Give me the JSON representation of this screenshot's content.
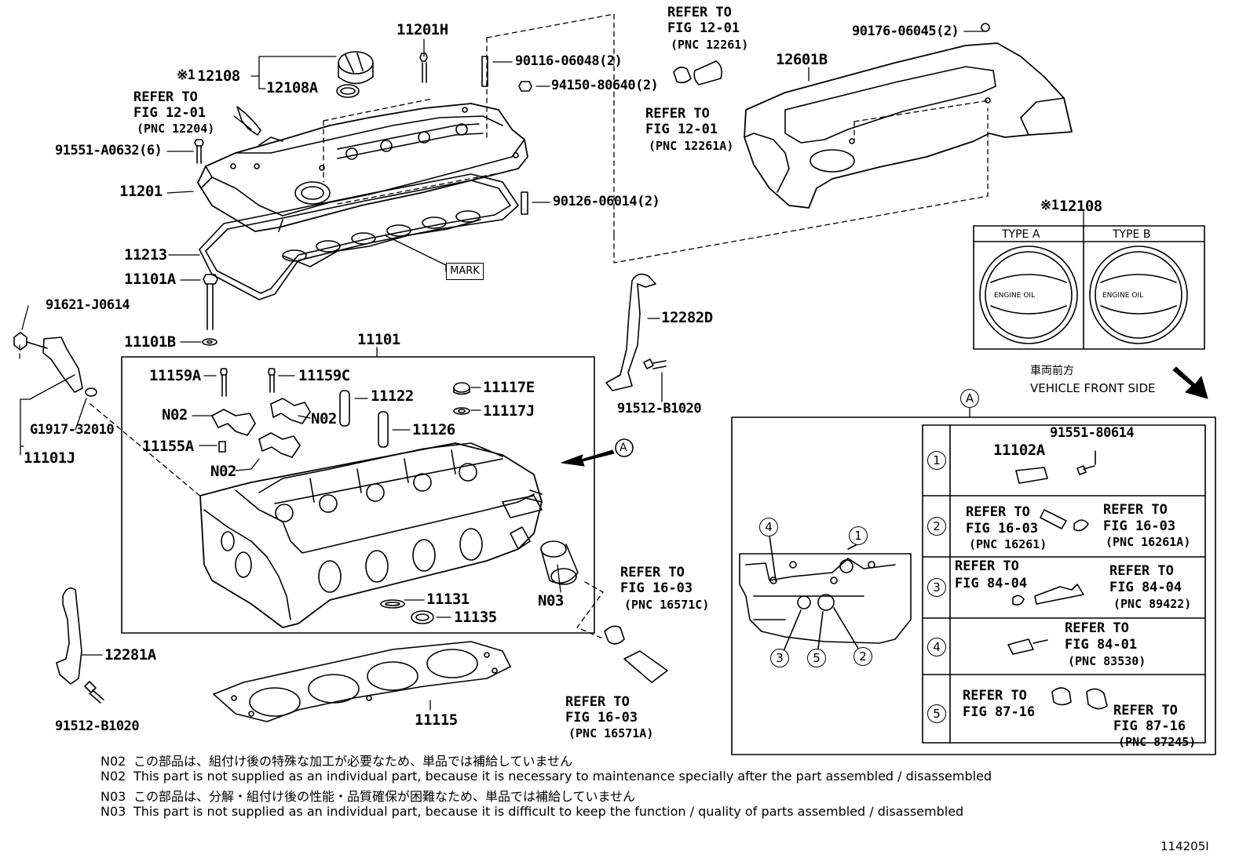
{
  "parts": {
    "p11201H": "11201H",
    "p12108_x": "※1",
    "p12108": "12108",
    "p12108A": "12108A",
    "p90116": "90116-06048(2)",
    "p94150": "94150-80640(2)",
    "p91551_6": "91551-A0632(6)",
    "p11201": "11201",
    "p90126": "90126-06014(2)",
    "p11213": "11213",
    "p11101A": "11101A",
    "p11101B": "11101B",
    "p91621": "91621-J0614",
    "pG1917": "G1917-32010",
    "p11101J": "11101J",
    "p11101": "11101",
    "p11159A": "11159A",
    "p11159C": "11159C",
    "p11122": "11122",
    "p11117E": "11117E",
    "p11117J": "11117J",
    "p11126": "11126",
    "p11155A": "11155A",
    "n02": "N02",
    "n03": "N03",
    "p11131": "11131",
    "p11135": "11135",
    "p11115": "11115",
    "p12281A": "12281A",
    "p91512": "91512-B1020",
    "p12282D": "12282D",
    "p90176": "90176-06045(2)",
    "p12601B": "12601B",
    "p11102A": "11102A",
    "p91551_80614": "91551-80614",
    "mark": "MARK",
    "drawing_id": "114205I"
  },
  "refs": {
    "refer_to": "REFER TO",
    "fig_12_01": "FIG 12-01",
    "pnc_12204": "(PNC 12204)",
    "pnc_12261": "(PNC 12261)",
    "pnc_12261A": "(PNC 12261A)",
    "fig_16_03": "FIG 16-03",
    "pnc_16571C": "(PNC 16571C)",
    "pnc_16571A": "(PNC 16571A)",
    "pnc_16261": "(PNC 16261)",
    "pnc_16261A": "(PNC 16261A)",
    "fig_84_04": "FIG 84-04",
    "pnc_89422": "(PNC 89422)",
    "fig_84_01": "FIG 84-01",
    "pnc_83530": "(PNC 83530)",
    "fig_87_16": "FIG 87-16",
    "pnc_87245": "(PNC 87245)"
  },
  "type_box": {
    "type_a": "TYPE A",
    "type_b": "TYPE B",
    "cap_text": "ENGINE OIL"
  },
  "front": {
    "jp": "車両前方",
    "en": "VEHICLE FRONT SIDE"
  },
  "detail": {
    "label": "A",
    "rows": [
      "1",
      "2",
      "3",
      "4",
      "5"
    ]
  },
  "notes": [
    {
      "code": "N02",
      "text": "この部品は、組付け後の特殊な加工が必要なため、単品では補給していません"
    },
    {
      "code": "N02",
      "text": "This part is not supplied as an individual part, because it is necessary to maintenance specially after the part assembled / disassembled"
    },
    {
      "code": "N03",
      "text": "この部品は、分解・組付け後の性能・品質確保が困難なため、単品では補給していません"
    },
    {
      "code": "N03",
      "text": "This part is not supplied as an individual part, because it is difficult to keep the function / quality of parts  assembled / disassembled"
    }
  ]
}
